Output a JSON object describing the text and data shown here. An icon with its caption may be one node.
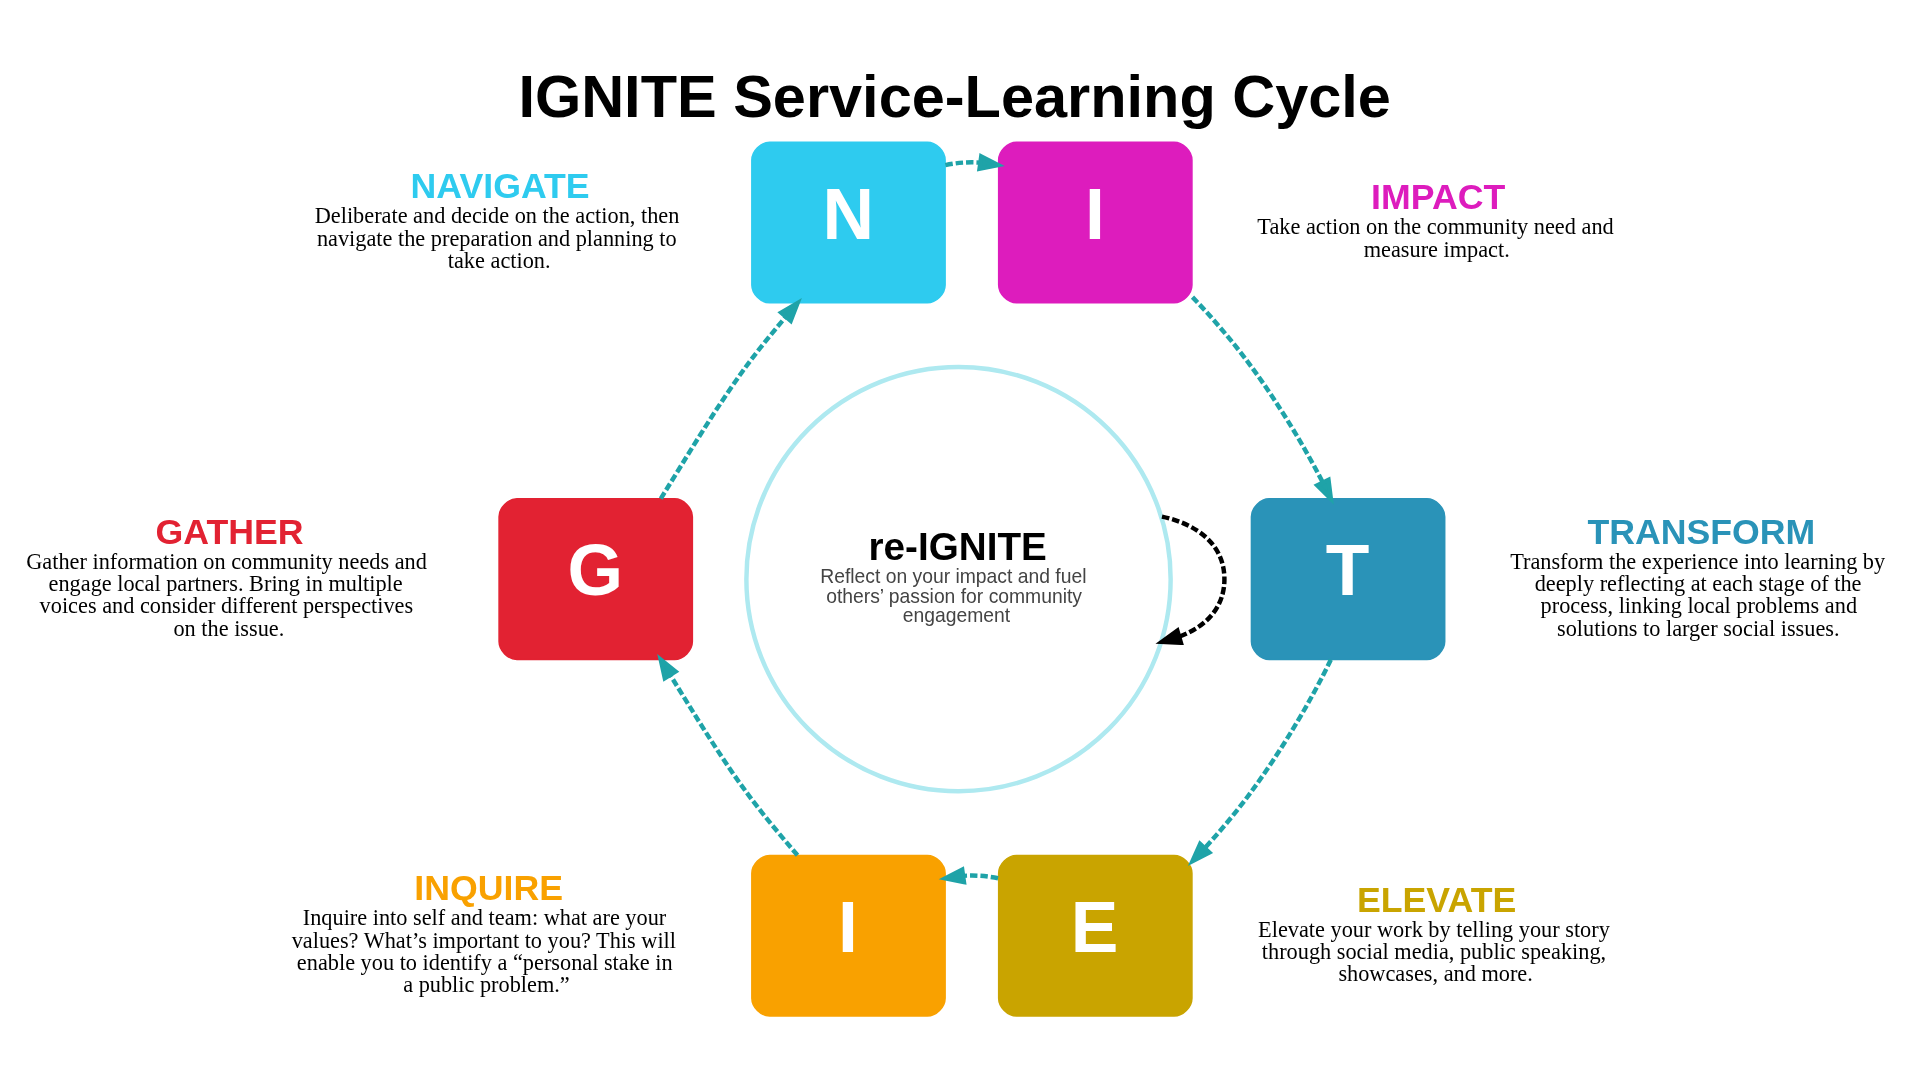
{
  "diagram": {
    "title": "IGNITE Service-Learning Cycle",
    "nodes": [
      {
        "text": [
          "I"
        ]
      },
      {
        "text": [
          "G"
        ]
      },
      {
        "text": [
          "N"
        ]
      },
      {
        "text": [
          "I"
        ]
      },
      {
        "text": [
          "T"
        ]
      },
      {
        "text": [
          "E"
        ]
      },
      {
        "text": [
          "re-IGNITE",
          "Reflect on your impact and fuel others’ passion for community engagement"
        ]
      }
    ],
    "edges": [
      {
        "from": 0,
        "to": 1,
        "arrow": "to",
        "style": "dashed"
      },
      {
        "from": 1,
        "to": 2,
        "arrow": "to",
        "style": "dashed"
      },
      {
        "from": 2,
        "to": 3,
        "arrow": "to",
        "style": "dashed"
      },
      {
        "from": 3,
        "to": 4,
        "arrow": "to",
        "style": "dashed"
      },
      {
        "from": 4,
        "to": 5,
        "arrow": "to",
        "style": "dashed"
      },
      {
        "from": 5,
        "to": 0,
        "arrow": "to",
        "style": "dashed"
      },
      {
        "from": 6,
        "to": 6,
        "arrow": "to",
        "style": "dashed",
        "color": "#000000"
      }
    ],
    "labels": [
      "NAVIGATE",
      "Deliberate and decide on the action, then navigate the preparation and planning to take action.",
      "IMPACT",
      "Take action on the community need and measure impact.",
      "GATHER",
      "Gather information on community needs and engage local partners. Bring in multiple voices and consider different perspectives on the issue.",
      "TRANSFORM",
      "Transform the experience into learning by deeply reflecting at each stage of the process, linking local problems and solutions to larger social issues.",
      "INQUIRE",
      "Inquire into self and team: what are your values? What’s important to you? This will enable you to identify a “personal stake in a public problem.”",
      "ELEVATE",
      "Elevate your work by telling your story through social media, public speaking, showcases, and more."
    ]
  }
}
